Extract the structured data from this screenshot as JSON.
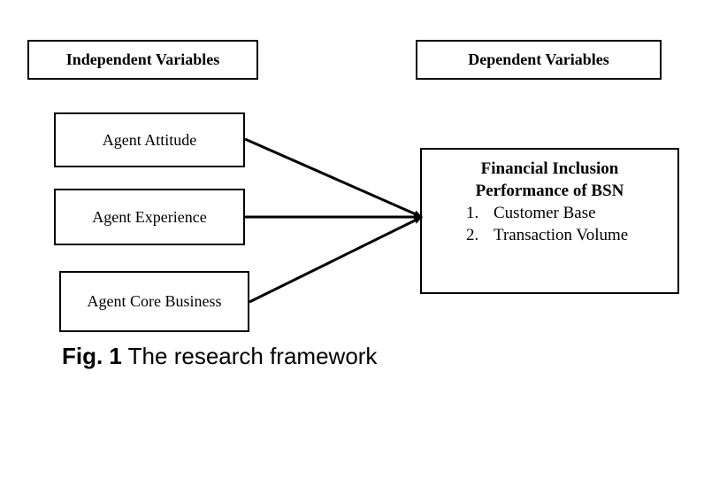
{
  "headers": {
    "independent": "Independent Variables",
    "dependent": "Dependent Variables"
  },
  "independent_variables": [
    {
      "label": "Agent Attitude"
    },
    {
      "label": "Agent Experience"
    },
    {
      "label": "Agent Core Business"
    }
  ],
  "dependent_box": {
    "title_line1": "Financial Inclusion",
    "title_line2": "Performance of BSN",
    "items": [
      {
        "number": "1.",
        "text": "Customer Base"
      },
      {
        "number": "2.",
        "text": "Transaction Volume"
      }
    ]
  },
  "caption": {
    "label": "Fig. 1",
    "text": "The research framework"
  }
}
